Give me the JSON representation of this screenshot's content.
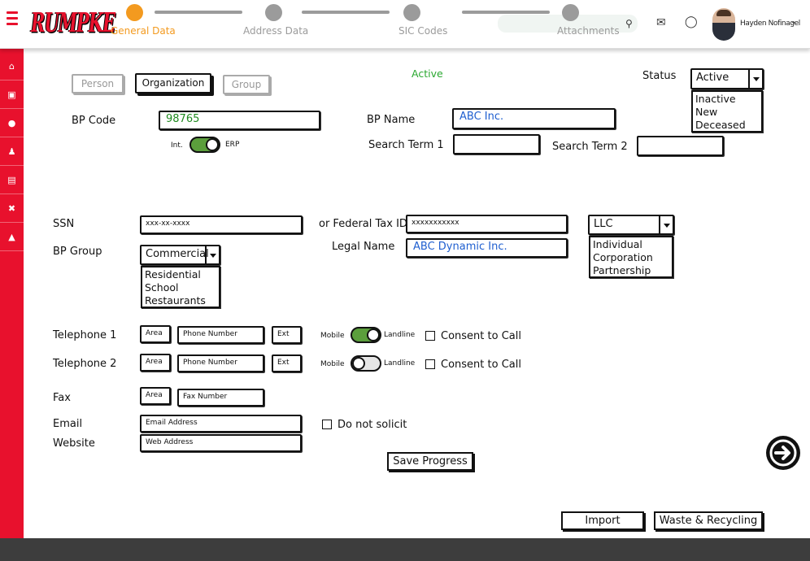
{
  "header": {
    "logo_text": "RUMPKE",
    "steps": [
      {
        "label": "General Data",
        "active": true
      },
      {
        "label": "Address Data",
        "active": false
      },
      {
        "label": "SIC Codes",
        "active": false
      },
      {
        "label": "Attachments",
        "active": false
      }
    ],
    "user_name": "Hayden Nofinagel"
  },
  "sidebar": {
    "items": [
      "home-icon",
      "document-icon",
      "user-icon",
      "group-icon",
      "chart-icon",
      "tools-icon",
      "thumbs-up-icon"
    ]
  },
  "form": {
    "type_tabs": {
      "person": "Person",
      "organization": "Organization",
      "group": "Group"
    },
    "active_text": "Active",
    "status": {
      "label": "Status",
      "value": "Active",
      "options": [
        "Inactive",
        "New",
        "Deceased"
      ]
    },
    "bp_code": {
      "label": "BP Code",
      "value": "98765"
    },
    "bp_name": {
      "label": "BP Name",
      "value": "ABC Inc."
    },
    "int_erp": {
      "int_label": "Int.",
      "erp_label": "ERP"
    },
    "search_term_1": {
      "label": "Search Term 1",
      "value": ""
    },
    "search_term_2": {
      "label": "Search Term 2",
      "value": ""
    },
    "ssn": {
      "label": "SSN",
      "value": "xxx-xx-xxxx"
    },
    "federal_tax": {
      "label": "or Federal Tax ID",
      "value": "xxxxxxxxxxx"
    },
    "entity": {
      "value": "LLC",
      "options": [
        "Individual",
        "Corporation",
        "Partnership"
      ]
    },
    "bp_group": {
      "label": "BP Group",
      "value": "Commercial",
      "options": [
        "Residential",
        "School",
        "Restaurants"
      ]
    },
    "legal_name": {
      "label": "Legal Name",
      "value": "ABC Dynamic Inc."
    },
    "telephone_1": {
      "label": "Telephone 1",
      "area": "Area",
      "number": "Phone Number",
      "ext": "Ext",
      "mobile": "Mobile",
      "landline": "Landline",
      "consent": "Consent to Call"
    },
    "telephone_2": {
      "label": "Telephone 2",
      "area": "Area",
      "number": "Phone Number",
      "ext": "Ext",
      "mobile": "Mobile",
      "landline": "Landline",
      "consent": "Consent to Call"
    },
    "fax": {
      "label": "Fax",
      "area": "Area",
      "number": "Fax Number"
    },
    "email": {
      "label": "Email",
      "placeholder": "Email Address"
    },
    "website": {
      "label": "Website",
      "placeholder": "Web Address"
    },
    "do_not_solicit": "Do not solicit",
    "save_label": "Save Progress",
    "import_label": "Import",
    "waste_label": "Waste & Recycling"
  },
  "colors": {
    "brand": "#e8112d",
    "step_active": "#f39a1f",
    "toggle_on": "#5b9e3c",
    "link_text": "#1f5fd0"
  }
}
